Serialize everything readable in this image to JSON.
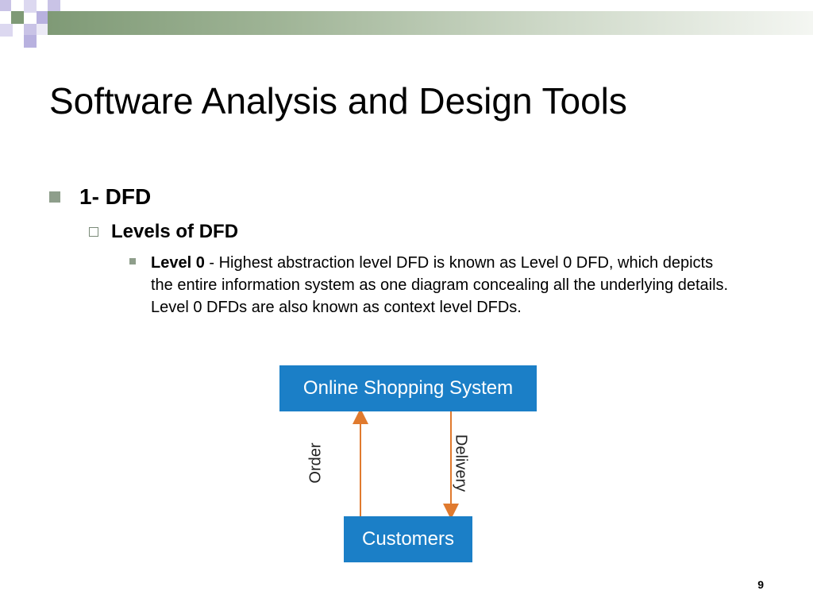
{
  "slide": {
    "title": "Software Analysis and Design Tools",
    "bullet_level1": "1- DFD",
    "bullet_level2": "Levels of DFD",
    "bullet_level3": {
      "term": "Level 0",
      "text": " - Highest abstraction level DFD is known as Level 0 DFD, which depicts the entire information system as one diagram concealing all the underlying details. Level 0 DFDs are also known as context level DFDs."
    },
    "page_number": "9"
  },
  "diagram": {
    "system_label": "Online Shopping System",
    "entity_label": "Customers",
    "flow_up_label": "Order",
    "flow_down_label": "Delivery",
    "box_color": "#1b7fc7",
    "arrow_color": "#e07a2e"
  }
}
